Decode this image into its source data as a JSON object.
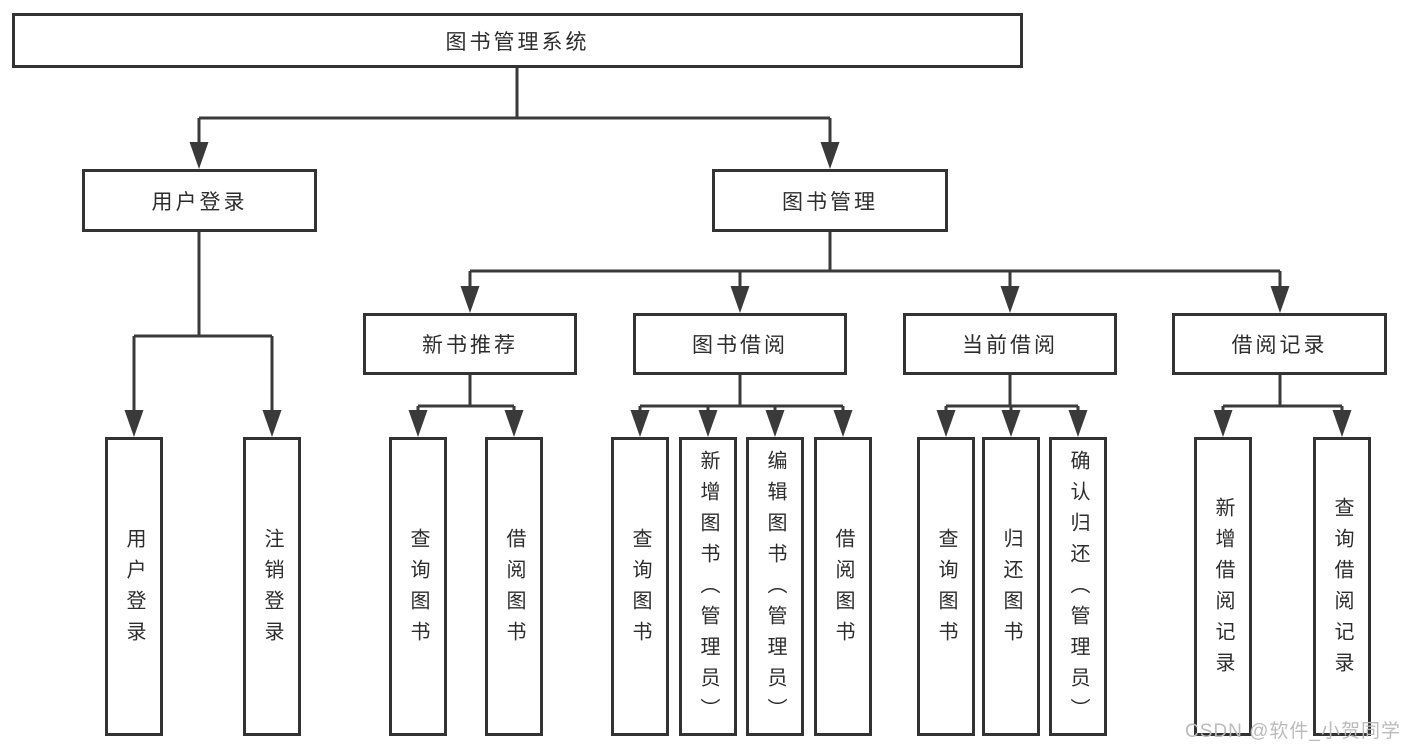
{
  "nodes": {
    "root": {
      "label": "图书管理系统"
    },
    "level2": [
      {
        "label": "用户登录"
      },
      {
        "label": "图书管理"
      }
    ],
    "level3": [
      {
        "label": "新书推荐"
      },
      {
        "label": "图书借阅"
      },
      {
        "label": "当前借阅"
      },
      {
        "label": "借阅记录"
      }
    ],
    "leaves": {
      "login": [
        {
          "label": "用户登录"
        },
        {
          "label": "注销登录"
        }
      ],
      "recommend": [
        {
          "label": "查询图书"
        },
        {
          "label": "借阅图书"
        }
      ],
      "borrow": [
        {
          "label": "查询图书"
        },
        {
          "label": "新增图书（管理员）"
        },
        {
          "label": "编辑图书（管理员）"
        },
        {
          "label": "借阅图书"
        }
      ],
      "current": [
        {
          "label": "查询图书"
        },
        {
          "label": "归还图书"
        },
        {
          "label": "确认归还（管理员）"
        }
      ],
      "records": [
        {
          "label": "新增借阅记录"
        },
        {
          "label": "查询借阅记录"
        }
      ]
    }
  },
  "watermark": {
    "text": "CSDN @软件_小贺同学"
  },
  "colors": {
    "line": "#3a3a3a",
    "border": "#333333",
    "text": "#2d2d2d",
    "watermark": "#bbbbbb",
    "background": "#ffffff"
  }
}
